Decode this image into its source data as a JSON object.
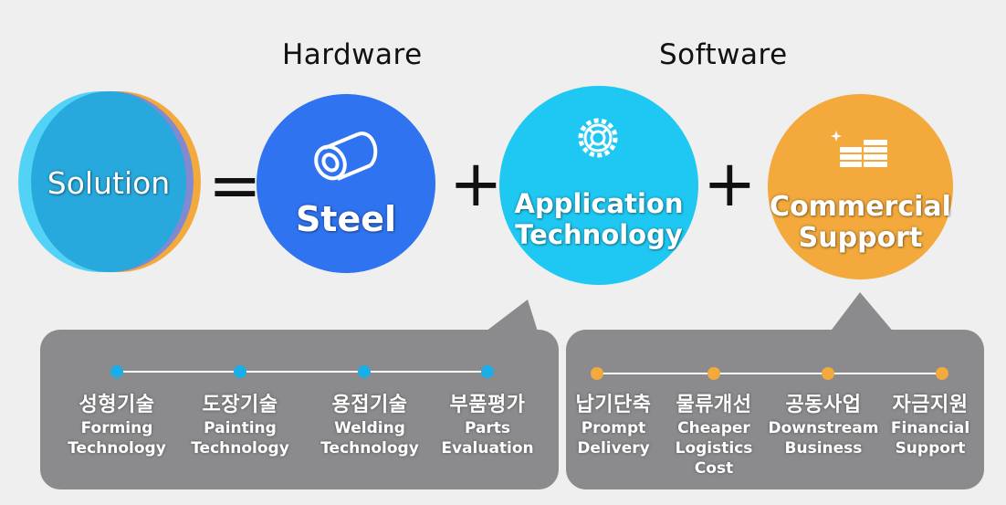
{
  "headings": {
    "hardware": "Hardware",
    "software": "Software"
  },
  "operators": {
    "equals": "=",
    "plus1": "+",
    "plus2": "+"
  },
  "solution": {
    "label": "Solution"
  },
  "steel": {
    "label": "Steel",
    "icon": "pipe-icon"
  },
  "application": {
    "line1": "Application",
    "line2": "Technology",
    "icon": "gear-icon"
  },
  "commercial": {
    "line1": "Commercial",
    "line2": "Support",
    "icon": "coins-icon"
  },
  "colors": {
    "steel": "#2f73f0",
    "application": "#1ec8f2",
    "commercial": "#f3a93c",
    "panel": "#8b8b8e",
    "dot_blue": "#1aaee8",
    "dot_orange": "#f3a93c"
  },
  "hardware_items": [
    {
      "ko": "성형기술",
      "en1": "Forming",
      "en2": "Technology"
    },
    {
      "ko": "도장기술",
      "en1": "Painting",
      "en2": "Technology"
    },
    {
      "ko": "용접기술",
      "en1": "Welding",
      "en2": "Technology"
    },
    {
      "ko": "부품평가",
      "en1": "Parts",
      "en2": "Evaluation"
    }
  ],
  "software_items": [
    {
      "ko": "납기단축",
      "en1": "Prompt",
      "en2": "Delivery",
      "en3": ""
    },
    {
      "ko": "물류개선",
      "en1": "Cheaper",
      "en2": "Logistics",
      "en3": "Cost"
    },
    {
      "ko": "공동사업",
      "en1": "Downstream",
      "en2": "Business",
      "en3": ""
    },
    {
      "ko": "자금지원",
      "en1": "Financial",
      "en2": "Support",
      "en3": ""
    }
  ]
}
